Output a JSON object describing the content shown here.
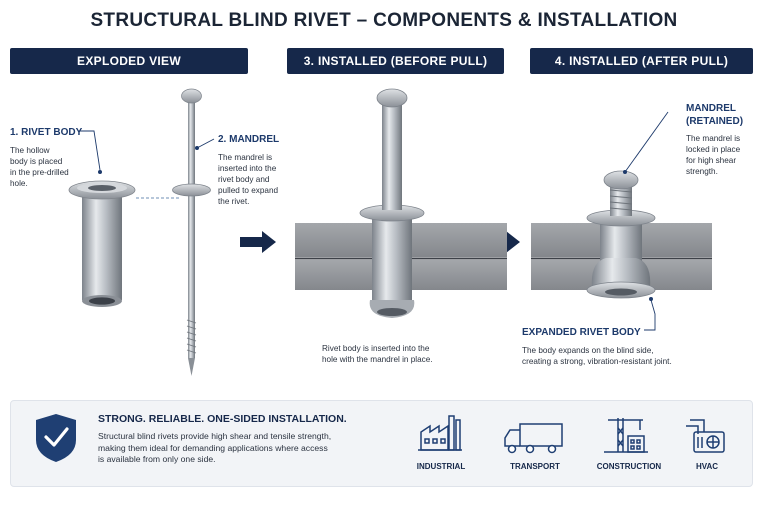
{
  "title": "STRUCTURAL BLIND RIVET – COMPONENTS & INSTALLATION",
  "headers": [
    "EXPLODED VIEW",
    "3. INSTALLED (BEFORE PULL)",
    "4. INSTALLED (AFTER PULL)"
  ],
  "rivet_body": {
    "label": "1. RIVET BODY",
    "desc": [
      "The hollow",
      "body is placed",
      "in the pre-drilled",
      "hole."
    ]
  },
  "mandrel": {
    "label": "2. MANDREL",
    "desc": [
      "The mandrel is",
      "inserted into the",
      "rivet body and",
      "pulled to expand",
      "the rivet."
    ]
  },
  "before_pull_caption": [
    "Rivet body is inserted into the",
    "hole with the mandrel in place."
  ],
  "mandrel_retained": {
    "label": [
      "MANDREL",
      "(RETAINED)"
    ],
    "desc": [
      "The mandrel is",
      "locked in place",
      "for high shear",
      "strength."
    ]
  },
  "expanded_body": {
    "label": "EXPANDED RIVET BODY",
    "desc": [
      "The body expands on the blind side,",
      "creating a strong, vibration-resistant joint."
    ]
  },
  "footer": {
    "heading": "STRONG. RELIABLE. ONE-SIDED INSTALLATION.",
    "text": [
      "Structural blind rivets provide high shear and tensile strength,",
      "making them ideal for demanding applications where access",
      "is available from only one side."
    ],
    "industries": [
      {
        "label": "INDUSTRIAL",
        "icon": "factory-icon"
      },
      {
        "label": "TRANSPORT",
        "icon": "truck-icon"
      },
      {
        "label": "CONSTRUCTION",
        "icon": "crane-icon"
      },
      {
        "label": "HVAC",
        "icon": "hvac-unit-icon"
      }
    ]
  },
  "colors": {
    "navy": "#16284a",
    "steel": "#b4b9bf",
    "plate": "#8f9297"
  }
}
